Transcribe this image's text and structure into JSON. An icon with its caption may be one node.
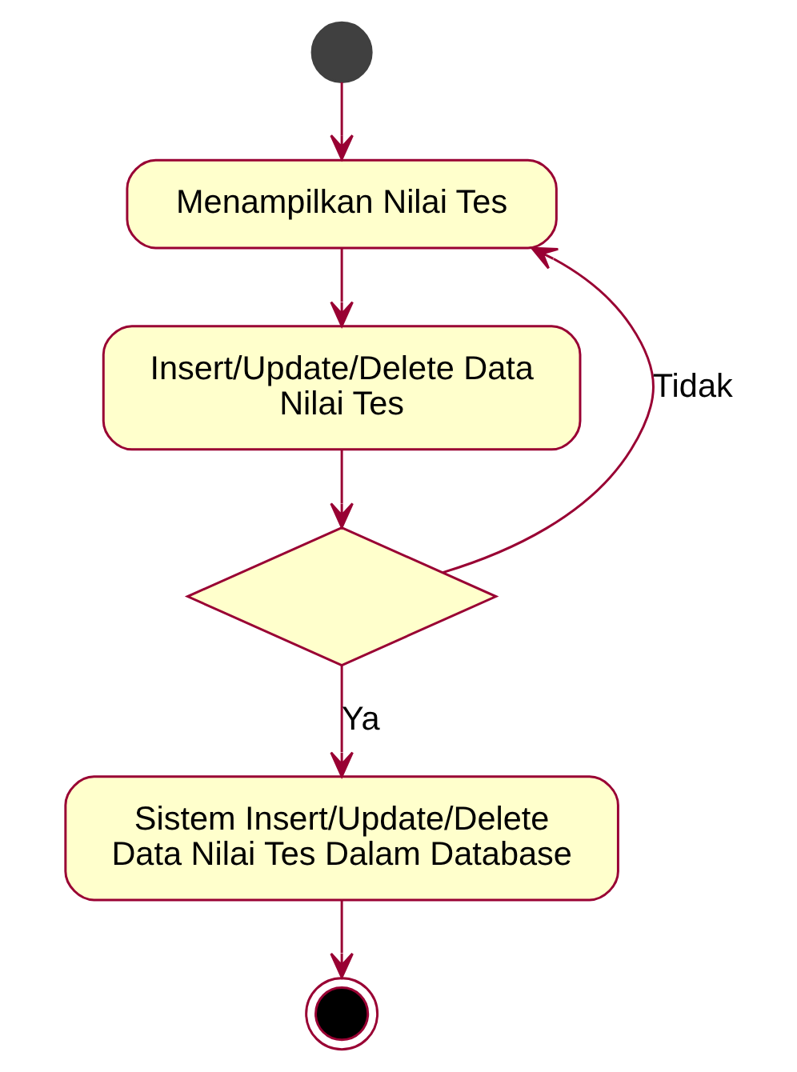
{
  "diagram": {
    "nodes": [
      {
        "text": [],
        "shape": "circle"
      },
      {
        "text": [
          "Menampilkan Nilai Tes"
        ]
      },
      {
        "text": [
          "Insert/Update/Delete Data Nilai Tes"
        ]
      },
      {
        "text": [],
        "shape": "diamond"
      },
      {
        "text": [
          "Sistem Insert/Update/Delete Data Nilai Tes Dalam Database"
        ]
      },
      {
        "text": [],
        "shape": "circle"
      }
    ],
    "edges": [
      {
        "from": 0,
        "to": 1,
        "arrow": "to"
      },
      {
        "from": 1,
        "to": 2,
        "arrow": "to"
      },
      {
        "from": 2,
        "to": 3,
        "arrow": "to"
      },
      {
        "from": 3,
        "to": 4,
        "label": "Ya",
        "arrow": "to"
      },
      {
        "from": 4,
        "to": 5,
        "arrow": "to"
      },
      {
        "from": 3,
        "to": 1,
        "label": "Tidak",
        "arrow": "to"
      }
    ]
  }
}
